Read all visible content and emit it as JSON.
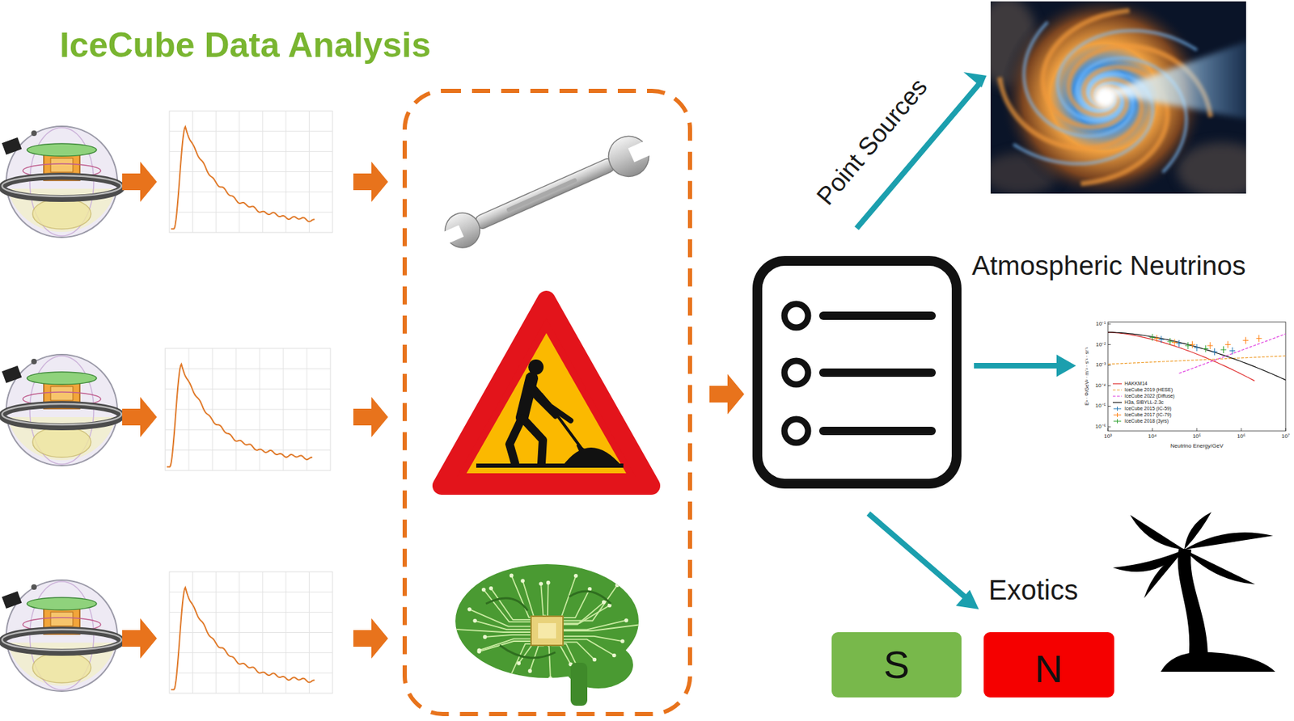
{
  "diagram": {
    "title": "IceCube Data Analysis",
    "nodes": [
      {
        "text": [
          "S"
        ]
      },
      {
        "text": [
          "N"
        ]
      }
    ],
    "labels": [
      "Point Sources",
      "Atmospheric Neutrinos",
      "Exotics",
      "10⁻¹",
      "10⁻²",
      "10⁻³",
      "10⁻⁴",
      "10⁻⁵",
      "10⁻⁶",
      "10³",
      "10⁴",
      "10⁵",
      "10⁶",
      "10⁷",
      "Neutrino Energy/GeV",
      "E³ · Φ/GeV² · m⁻² · s⁻¹ · sr⁻¹"
    ],
    "legend": [
      {
        "text": "HAKKM14"
      },
      {
        "text": "IceCube 2019 (HESE)"
      },
      {
        "text": "IceCube 2022 (Diffuse)"
      },
      {
        "text": "H3a, SIBYLL-2.3c"
      },
      {
        "text": "IceCube 2015 (IC-59)"
      },
      {
        "text": "IceCube 2017 (IC-79)"
      },
      {
        "text": "IceCube 2018 (3yrs)"
      }
    ]
  }
}
